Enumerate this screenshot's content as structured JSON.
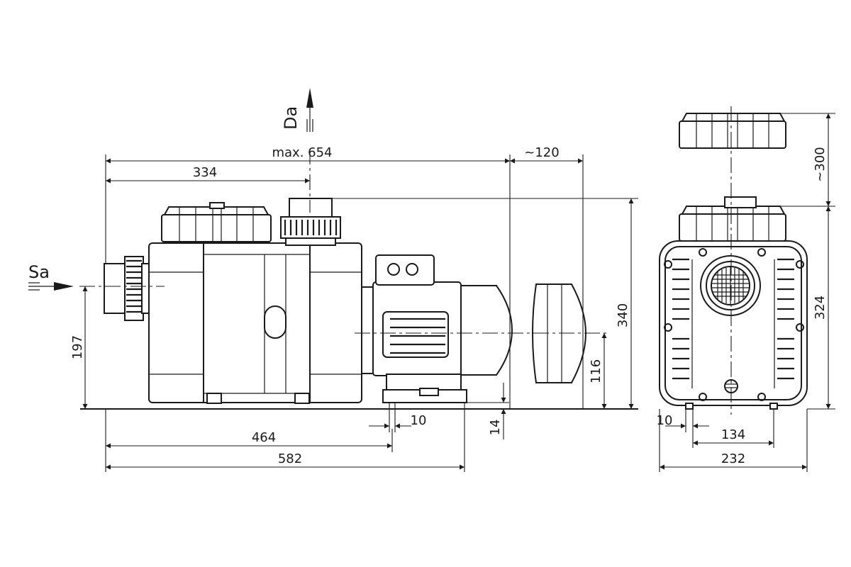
{
  "labels": {
    "outlet": "Da",
    "inlet": "Sa"
  },
  "dimensions": {
    "max_length": "max. 654",
    "motor_removal": "~120",
    "pump_length": "334",
    "inlet_height": "197",
    "total_height": "340",
    "shaft_height": "116",
    "foot_thickness": "14",
    "foot_width_side": "10",
    "foot_distance": "464",
    "base_length": "582",
    "lid_removal": "~300",
    "front_height": "324",
    "foot_width_front": "10",
    "foot_spacing": "134",
    "total_width": "232"
  },
  "colors": {
    "line": "#1a1a1a",
    "background": "#ffffff"
  }
}
